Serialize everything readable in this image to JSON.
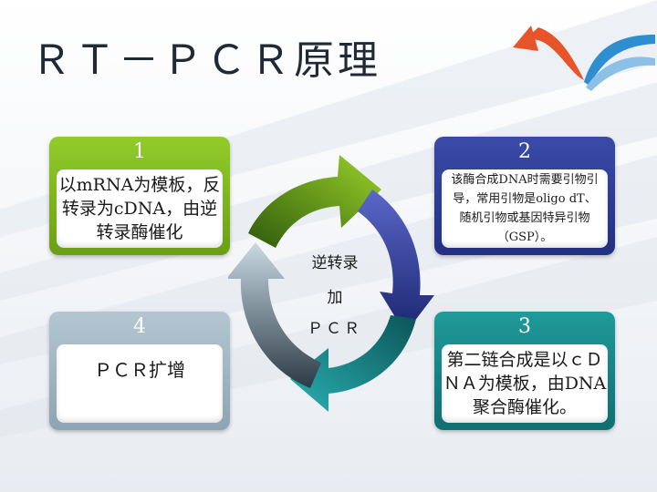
{
  "slide": {
    "title": "ＲＴ－ＰＣＲ原理"
  },
  "cards": [
    {
      "number": "1",
      "lines": [
        "以mRNA为模板，反",
        "转录为cDNA，由逆",
        "转录酶催化"
      ]
    },
    {
      "number": "2",
      "lines": [
        "该酶合成DNA时需要引物引",
        "导，常用引物是oligo dT、",
        "随机引物或基因特异引物",
        "（GSP）。"
      ]
    },
    {
      "number": "3",
      "lines": [
        "第二链合成是以ｃＤ",
        "ＮＡ为模板，由DNA",
        "聚合酶催化。"
      ]
    },
    {
      "number": "4",
      "lines": [
        "ＰＣＲ扩增"
      ]
    }
  ],
  "center": {
    "line1": "逆转录",
    "line2": "加",
    "line3": "ＰＣＲ"
  },
  "colors": {
    "green": "#7fb81f",
    "navy": "#2c3a96",
    "teal": "#1a8a8c",
    "grey": "#a9bcc8"
  }
}
